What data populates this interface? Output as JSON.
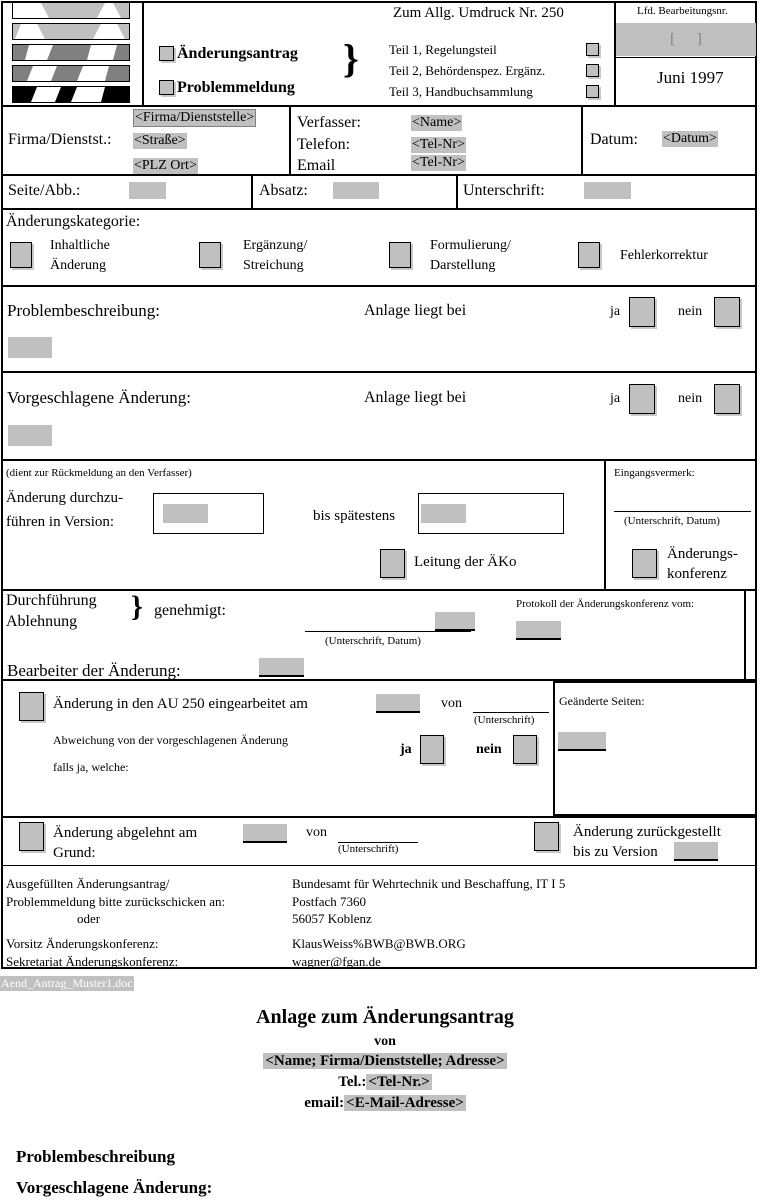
{
  "document": {
    "file_tag": "Aend_Antrag_Muster1.doc"
  },
  "header": {
    "umdruck_title": "Zum Allg. Umdruck Nr. 250",
    "request_types": [
      {
        "label": "Änderungsantrag"
      },
      {
        "label": "Problemmeldung"
      }
    ],
    "parts": [
      {
        "label": "Teil 1, Regelungsteil"
      },
      {
        "label": "Teil 2, Behördenspez. Ergänz."
      },
      {
        "label": "Teil 3, Handbuchsammlung"
      }
    ],
    "brace": "}",
    "serial": {
      "label": "Lfd. Bearbeitungsnr.",
      "value": "[   ]",
      "date": "Juni 1997"
    }
  },
  "sender": {
    "company_label": "Firma/Dienstst.:",
    "company_value": "<Firma/Dienststelle>",
    "street_value": "<Straße>",
    "city_value": "<PLZ Ort>",
    "author_label": "Verfasser:",
    "author_value": "<Name>",
    "phone_label": "Telefon:",
    "phone_value": "<Tel-Nr>",
    "email_label": "Email",
    "email_value": "<Tel-Nr>",
    "date_label": "Datum:",
    "date_value": "<Datum>"
  },
  "reference": {
    "page_label": "Seite/Abb.:",
    "paragraph_label": "Absatz:",
    "signature_label": "Unterschrift:"
  },
  "category": {
    "title": "Änderungskategorie:",
    "options": [
      {
        "line1": "Inhaltliche",
        "line2": "Änderung"
      },
      {
        "line1": "Ergänzung/",
        "line2": "Streichung"
      },
      {
        "line1": "Formulierung/",
        "line2": "Darstellung"
      },
      {
        "line1": "Fehlerkorrektur",
        "line2": ""
      }
    ]
  },
  "problem": {
    "title": "Problembeschreibung:",
    "attachment_label": "Anlage liegt bei",
    "yes_label": "ja",
    "no_label": "nein"
  },
  "proposal": {
    "title": "Vorgeschlagene Änderung:",
    "attachment_label": "Anlage liegt bei",
    "yes_label": "ja",
    "no_label": "nein"
  },
  "feedback": {
    "note": "(dient zur Rückmeldung an den Verfasser)",
    "version_label_line1": "Änderung durchzu-",
    "version_label_line2": "führen in Version:",
    "deadline_label": "bis spätestens",
    "ako_label": "Leitung der ÄKo",
    "receipt_label": "Eingangsvermerk:",
    "receipt_caption": "(Unterschrift, Datum)",
    "conference_label_line1": "Änderungs-",
    "conference_label_line2": "konferenz"
  },
  "approval": {
    "line1": "Durchführung",
    "line2": "Ablehnung",
    "brace": "}",
    "approved_label": "genehmigt:",
    "signature_caption": "(Unterschrift, Datum)",
    "protocol_label": "Protokoll der Änderungskonferenz vom:"
  },
  "processing": {
    "editor_label": "Bearbeiter der Änderung:",
    "incorporated_label": "Änderung in den AU 250 eingearbeitet am",
    "von_label": "von",
    "signature_caption": "(Unterschrift)",
    "deviation_label": "Abweichung von der vorgeschlagenen Änderung",
    "deviation_detail_label": "falls ja, welche:",
    "yes_label": "ja",
    "no_label": "nein",
    "changed_pages_label": "Geänderte Seiten:"
  },
  "rejection": {
    "rejected_label": "Änderung abgelehnt am",
    "von_label": "von",
    "signature_caption": "(Unterschrift)",
    "reason_label": "Grund:",
    "deferred_label_line1": "Änderung zurückgestellt",
    "deferred_label_line2": "bis zu Version"
  },
  "footer": {
    "return_line1": "Ausgefüllten Änderungsantrag/",
    "return_line2": "Problemmeldung bitte zurückschicken an:",
    "return_line3": "oder",
    "address_line1": "Bundesamt für Wehrtechnik und Beschaffung, IT I 5",
    "address_line2": "Postfach 7360",
    "address_line3": "56057 Koblenz",
    "chair_label": "Vorsitz Änderungskonferenz:",
    "chair_value": "KlausWeiss%BWB@BWB.ORG",
    "secretariat_label": "Sekretariat Änderungskonferenz:",
    "secretariat_value": "wagner@fgan.de"
  },
  "attachment": {
    "title": "Anlage zum Änderungsantrag",
    "von_label": "von",
    "name_value": "<Name; Firma/Dienststelle; Adresse>",
    "tel_label": "Tel.:",
    "tel_value": "<Tel-Nr.>",
    "email_label": "email:",
    "email_value": "<E-Mail-Adresse>",
    "section1": "Problembeschreibung",
    "section2": "Vorgeschlagene Änderung:"
  },
  "colors": {
    "field_gray": "#c0c0c0",
    "border_black": "#000000",
    "bracket_gray": "#808080"
  }
}
